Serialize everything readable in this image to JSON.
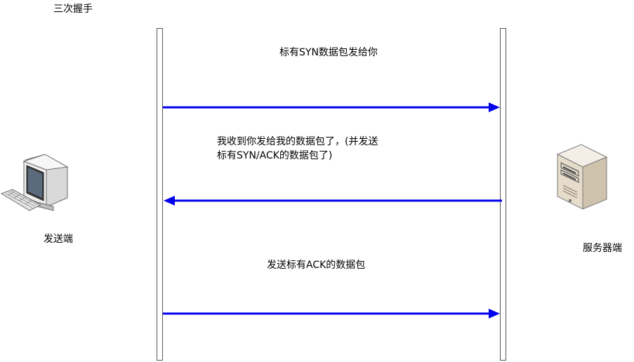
{
  "diagram": {
    "title": "三次握手",
    "sender": {
      "label": "发送端",
      "icon": "desktop-computer-icon"
    },
    "receiver": {
      "label": "服务器端",
      "icon": "server-tower-icon"
    },
    "messages": [
      {
        "direction": "to-server",
        "lines": [
          "标有SYN数据包发给你"
        ]
      },
      {
        "direction": "to-sender",
        "lines": [
          "我收到你发给我的数据包了，(并发送",
          "标有SYN/ACK的数据包了)"
        ]
      },
      {
        "direction": "to-server",
        "lines": [
          "发送标有ACK的数据包"
        ]
      }
    ],
    "colors": {
      "arrow": "#0000ee",
      "lifeline_border": "#555555"
    }
  }
}
